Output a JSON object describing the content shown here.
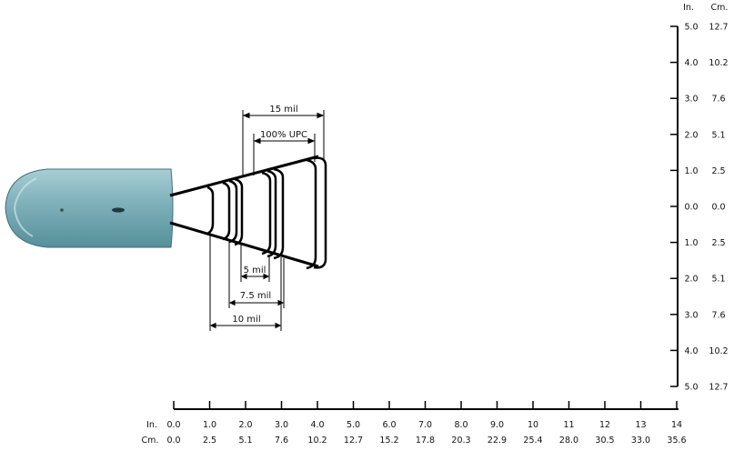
{
  "diagram": {
    "widths": {
      "mil15": "15 mil",
      "upc": "100% UPC",
      "mil5": "5 mil",
      "mil7_5": "7.5 mil",
      "mil10": "10 mil"
    },
    "vertical_axis": {
      "in_header": "In.",
      "cm_header": "Cm.",
      "ticks": [
        {
          "in": "5.0",
          "cm": "12.7"
        },
        {
          "in": "4.0",
          "cm": "10.2"
        },
        {
          "in": "3.0",
          "cm": "7.6"
        },
        {
          "in": "2.0",
          "cm": "5.1"
        },
        {
          "in": "1.0",
          "cm": "2.5"
        },
        {
          "in": "0.0",
          "cm": "0.0"
        },
        {
          "in": "1.0",
          "cm": "2.5"
        },
        {
          "in": "2.0",
          "cm": "5.1"
        },
        {
          "in": "3.0",
          "cm": "7.6"
        },
        {
          "in": "4.0",
          "cm": "10.2"
        },
        {
          "in": "5.0",
          "cm": "12.7"
        }
      ]
    },
    "horizontal_axis": {
      "in_header": "In.",
      "cm_header": "Cm.",
      "ticks": [
        {
          "in": "0.0",
          "cm": "0.0"
        },
        {
          "in": "1.0",
          "cm": "2.5"
        },
        {
          "in": "2.0",
          "cm": "5.1"
        },
        {
          "in": "3.0",
          "cm": "7.6"
        },
        {
          "in": "4.0",
          "cm": "10.2"
        },
        {
          "in": "5.0",
          "cm": "12.7"
        },
        {
          "in": "6.0",
          "cm": "15.2"
        },
        {
          "in": "7.0",
          "cm": "17.8"
        },
        {
          "in": "8.0",
          "cm": "20.3"
        },
        {
          "in": "9.0",
          "cm": "22.9"
        },
        {
          "in": "10",
          "cm": "25.4"
        },
        {
          "in": "11",
          "cm": "28.0"
        },
        {
          "in": "12",
          "cm": "30.5"
        },
        {
          "in": "13",
          "cm": "33.0"
        },
        {
          "in": "14",
          "cm": "35.6"
        }
      ]
    },
    "colors": {
      "scanner_body": "#7fb0ba",
      "scanner_highlight": "#b7d7dc",
      "scanner_shadow": "#4f8791",
      "ink": "#000000"
    }
  }
}
